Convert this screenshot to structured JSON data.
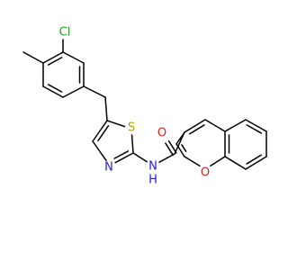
{
  "molecule": {
    "atoms": {
      "Cl": {
        "label": "Cl",
        "color": "#1aa31a"
      },
      "S": {
        "label": "S",
        "color": "#b3a100"
      },
      "N_ring": {
        "label": "N",
        "color": "#1f1fd6"
      },
      "NH": {
        "label": "N",
        "color": "#1f1fd6"
      },
      "H": {
        "label": "H",
        "color": "#1f1fd6"
      },
      "O_carbonyl": {
        "label": "O",
        "color": "#e02020"
      },
      "O_ring": {
        "label": "O",
        "color": "#e02020"
      }
    },
    "bond_color": "#000000"
  }
}
